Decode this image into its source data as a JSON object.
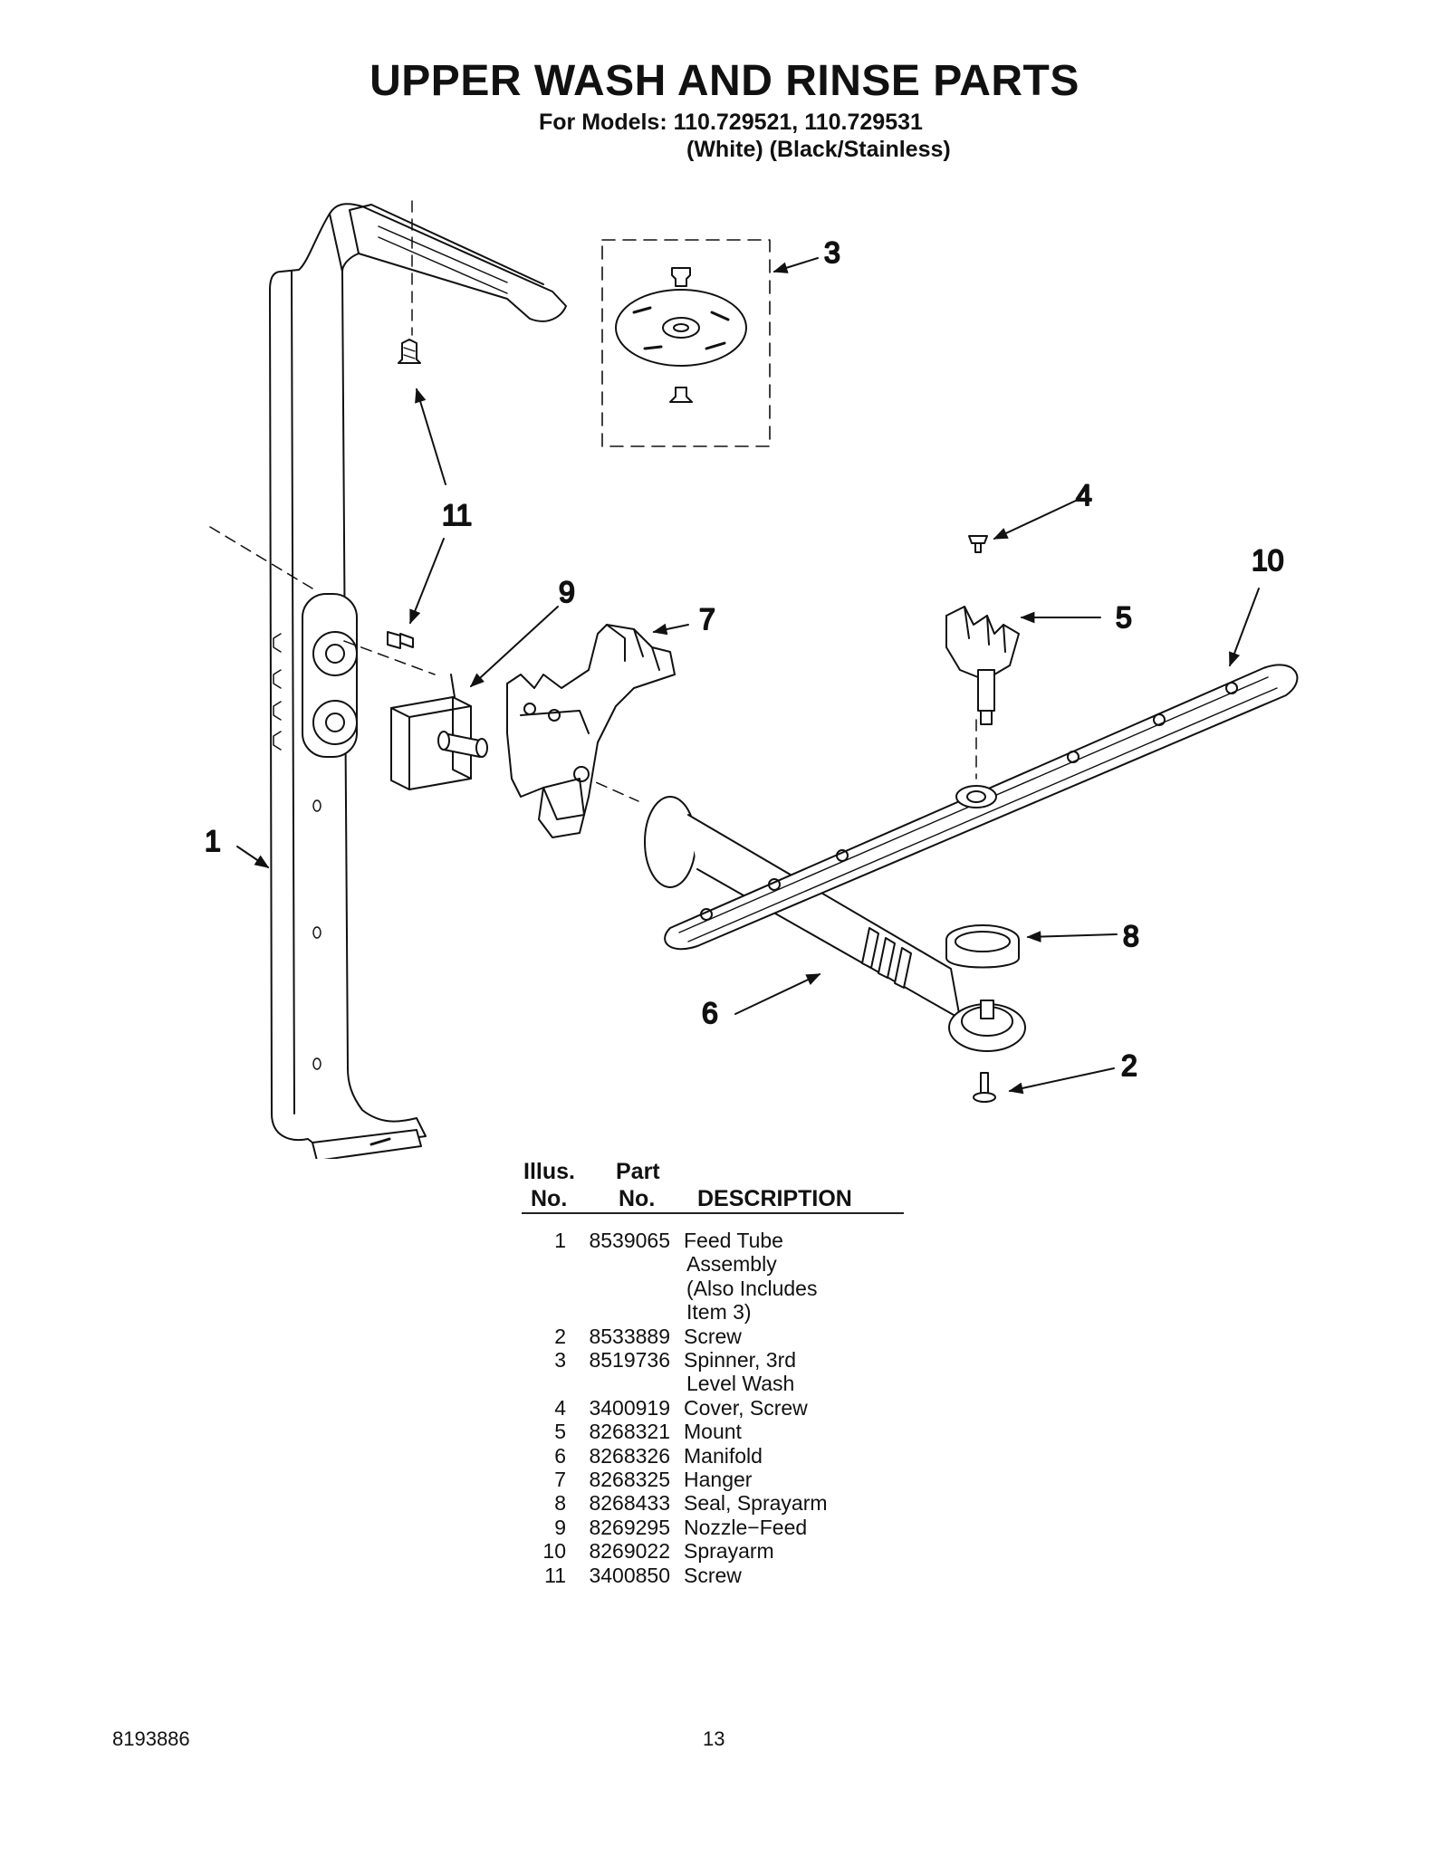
{
  "header": {
    "title": "UPPER WASH AND RINSE PARTS",
    "models_line": "For Models: 110.729521, 110.729531",
    "colors_line": "(White) (Black/Stainless)"
  },
  "diagram": {
    "callouts": [
      "1",
      "2",
      "3",
      "4",
      "5",
      "6",
      "7",
      "8",
      "9",
      "10",
      "11"
    ]
  },
  "parts_table": {
    "headers": {
      "illus_top": "Illus.",
      "illus_bottom": "No.",
      "part_top": "Part",
      "part_bottom": "No.",
      "description": "DESCRIPTION"
    },
    "rows": [
      {
        "illus_no": "1",
        "part_no": "8539065",
        "description": [
          "Feed Tube",
          "Assembly",
          "(Also Includes",
          "Item 3)"
        ]
      },
      {
        "illus_no": "2",
        "part_no": "8533889",
        "description": [
          "Screw"
        ]
      },
      {
        "illus_no": "3",
        "part_no": "8519736",
        "description": [
          "Spinner, 3rd",
          "Level Wash"
        ]
      },
      {
        "illus_no": "4",
        "part_no": "3400919",
        "description": [
          "Cover, Screw"
        ]
      },
      {
        "illus_no": "5",
        "part_no": "8268321",
        "description": [
          "Mount"
        ]
      },
      {
        "illus_no": "6",
        "part_no": "8268326",
        "description": [
          "Manifold"
        ]
      },
      {
        "illus_no": "7",
        "part_no": "8268325",
        "description": [
          "Hanger"
        ]
      },
      {
        "illus_no": "8",
        "part_no": "8268433",
        "description": [
          "Seal, Sprayarm"
        ]
      },
      {
        "illus_no": "9",
        "part_no": "8269295",
        "description": [
          "Nozzle−Feed"
        ]
      },
      {
        "illus_no": "10",
        "part_no": "8269022",
        "description": [
          "Sprayarm"
        ]
      },
      {
        "illus_no": "11",
        "part_no": "3400850",
        "description": [
          "Screw"
        ]
      }
    ]
  },
  "footer": {
    "document_number": "8193886",
    "page_number": "13"
  }
}
